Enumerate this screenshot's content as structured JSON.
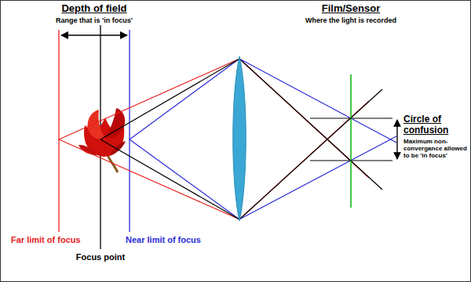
{
  "diagram": {
    "labels": [
      "Depth of field",
      "Range that is 'in focus'",
      "Film/Sensor",
      "Where the light is recorded",
      "Circle of confusion",
      "Maximum non-convergance allowed to be 'in focus'",
      "Far limit of focus",
      "Focus point",
      "Near limit of focus"
    ]
  }
}
